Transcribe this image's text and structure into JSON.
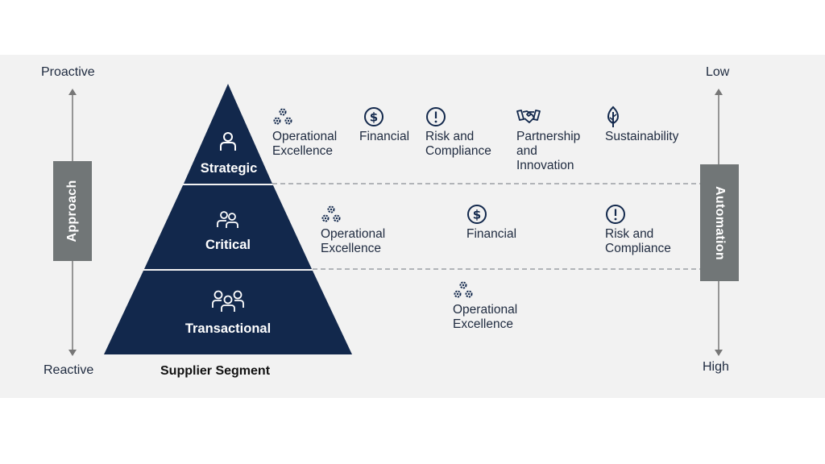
{
  "left_axis": {
    "top_label": "Proactive",
    "bottom_label": "Reactive",
    "box_label": "Approach"
  },
  "right_axis": {
    "top_label": "Low",
    "bottom_label": "High",
    "box_label": "Automation"
  },
  "pyramid": {
    "segment_label": "Supplier Segment",
    "tiers": [
      {
        "label": "Strategic",
        "icon": "single-person-icon"
      },
      {
        "label": "Critical",
        "icon": "two-people-icon"
      },
      {
        "label": "Transactional",
        "icon": "three-people-icon"
      }
    ]
  },
  "strategic_items": [
    {
      "icon": "gears-icon",
      "label": "Operational\nExcellence"
    },
    {
      "icon": "dollar-icon",
      "label": "Financial"
    },
    {
      "icon": "exclamation-icon",
      "label": "Risk and\nCompliance"
    },
    {
      "icon": "handshake-icon",
      "label": "Partnership\nand\nInnovation"
    },
    {
      "icon": "leaf-icon",
      "label": "Sustainability"
    }
  ],
  "critical_items": [
    {
      "icon": "gears-icon",
      "label": "Operational\nExcellence"
    },
    {
      "icon": "dollar-icon",
      "label": "Financial"
    },
    {
      "icon": "exclamation-icon",
      "label": "Risk and\nCompliance"
    }
  ],
  "transactional_items": [
    {
      "icon": "gears-icon",
      "label": "Operational\nExcellence"
    }
  ],
  "colors": {
    "navy": "#12284c",
    "grey_box": "#717677",
    "background": "#f2f2f2"
  }
}
